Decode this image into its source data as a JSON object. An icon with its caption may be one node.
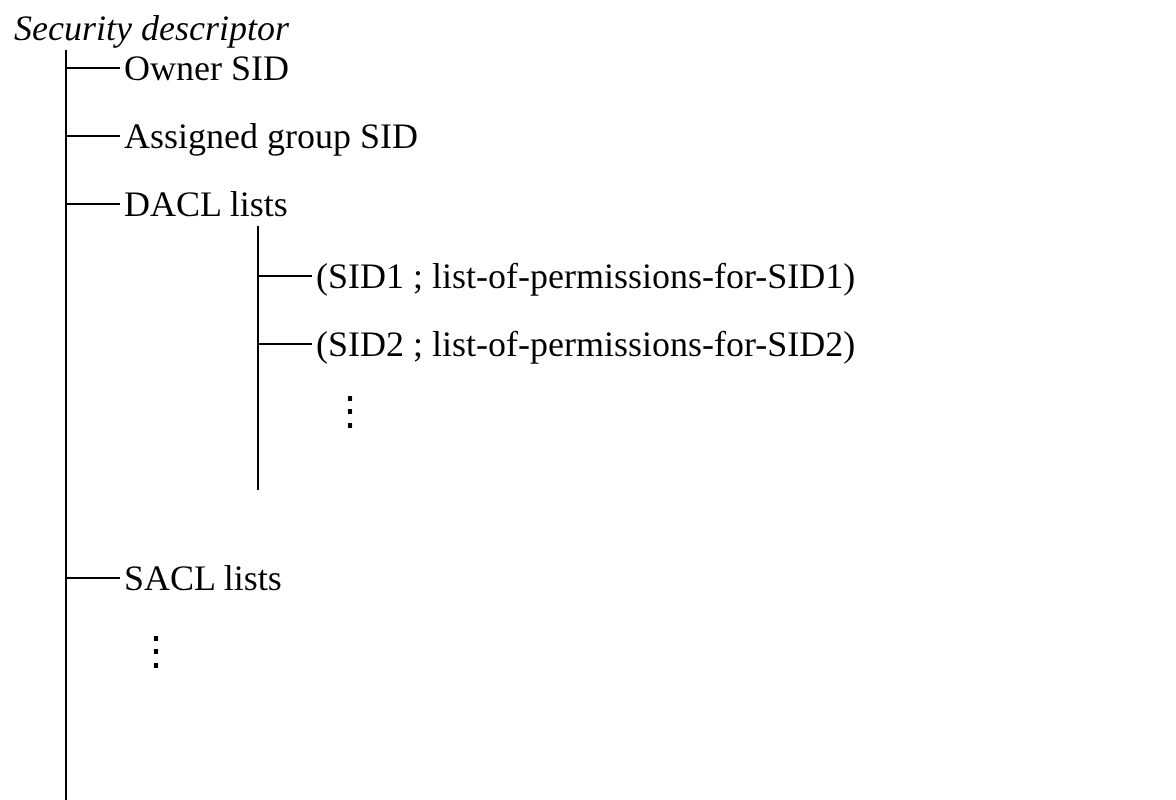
{
  "diagram": {
    "nodes": [
      {
        "text": [
          "Security descriptor"
        ]
      },
      {
        "text": [
          "Owner SID"
        ]
      },
      {
        "text": [
          "Assigned group SID"
        ]
      },
      {
        "text": [
          "DACL lists"
        ]
      },
      {
        "text": [
          "(SID1 ; list-of-permissions-for-SID1)"
        ]
      },
      {
        "text": [
          "(SID2 ; list-of-permissions-for-SID2)"
        ]
      },
      {
        "text": [
          "SACL lists"
        ]
      }
    ],
    "edges": [
      {
        "from": 0,
        "to": 1,
        "arrow": "none"
      },
      {
        "from": 0,
        "to": 2,
        "arrow": "none"
      },
      {
        "from": 0,
        "to": 3,
        "arrow": "none"
      },
      {
        "from": 3,
        "to": 4,
        "arrow": "none"
      },
      {
        "from": 3,
        "to": 5,
        "arrow": "none"
      },
      {
        "from": 0,
        "to": 6,
        "arrow": "none"
      }
    ],
    "labels": [
      "⋮",
      "⋮"
    ]
  }
}
